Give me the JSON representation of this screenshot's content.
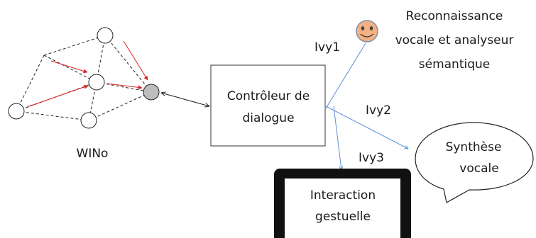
{
  "network": {
    "label": "WINo"
  },
  "controller": {
    "line1": "Contrôleur de",
    "line2": "dialogue"
  },
  "links": {
    "ivy1": "Ivy1",
    "ivy2": "Ivy2",
    "ivy3": "Ivy3"
  },
  "speech_recognition": {
    "line1": "Reconnaissance",
    "line2": "vocale et analyseur",
    "line3": "sémantique"
  },
  "speech_synthesis": {
    "line1": "Synthèse",
    "line2": "vocale"
  },
  "gesture_interaction": {
    "line1": "Interaction",
    "line2": "gestuelle"
  },
  "colors": {
    "network_edge": "#222222",
    "flow_arrow": "#e02020",
    "ivy_link": "#5b8fd6",
    "gateway_node": "#bdbdbd",
    "smiley_face": "#f4b183",
    "screen_bezel": "#111111"
  }
}
